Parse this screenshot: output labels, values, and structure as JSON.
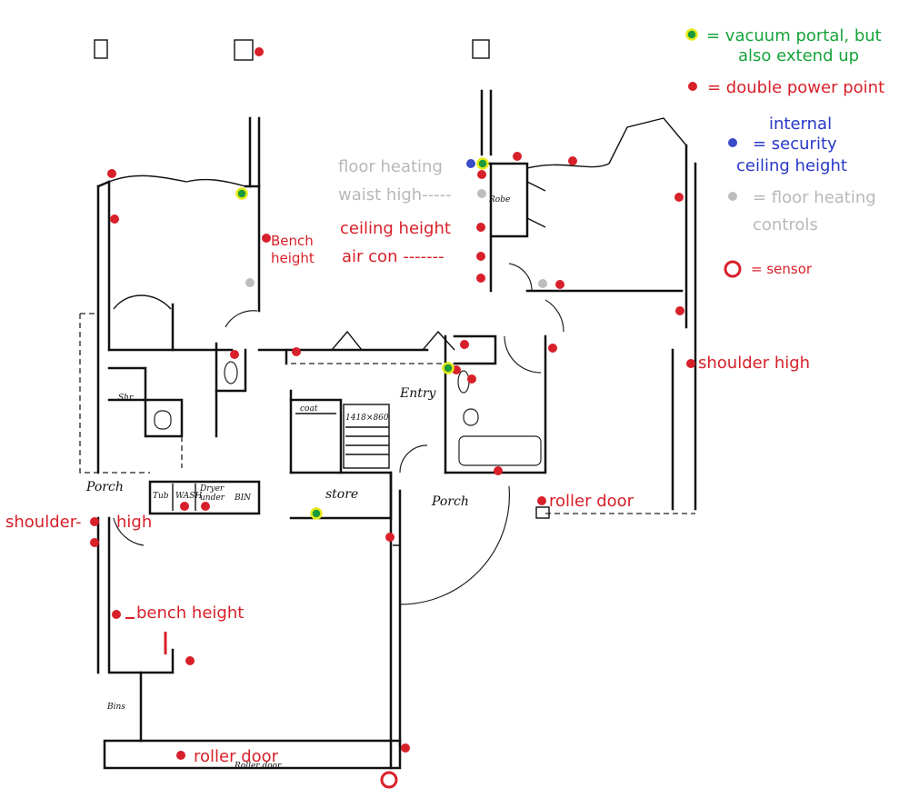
{
  "legend": {
    "vacuum": "= vacuum  portal, but",
    "vacuum_2": "also extend up",
    "power": "= double power point",
    "security_1": "internal",
    "security_2": "= security",
    "security_3": "ceiling height",
    "heating_1": "= floor heating",
    "heating_2": "controls",
    "sensor": "= sensor"
  },
  "annotations": {
    "floor_heating": "floor heating",
    "waist_high": "waist high-----",
    "ceiling_height": "ceiling height",
    "air_con": "air con -------",
    "bench_1": "Bench",
    "bench_2": "height",
    "shoulder_right": "shoulder high",
    "roller_right": "roller door",
    "shoulder_left_a": "shoulder-",
    "shoulder_left_b": "high",
    "bench_left": "bench height",
    "roller_bottom": "roller door"
  },
  "rooms": {
    "robe": "Robe",
    "shr": "Shr.",
    "entry": "Entry",
    "coat": "coat",
    "dim": "1418×860",
    "porch_left": "Porch",
    "porch_mid": "Porch",
    "store": "store",
    "tub": "Tub",
    "wash": "WASH",
    "dryer": "Dryer",
    "dryer_2": "under",
    "bin": "BIN",
    "bins": "Bins",
    "roller_garage": "Roller door"
  },
  "colors": {
    "power_point": "#d8202a",
    "vacuum_portal": "#1a9a3a",
    "vacuum_ring": "#e8ea1a",
    "security": "#3a4bc8",
    "floor_heating": "#bdbdbd",
    "sensor": "#d8202a",
    "walls": "#111111"
  },
  "icons": {
    "power": "red-dot-icon",
    "vacuum": "green-yellow-dot-icon",
    "security": "blue-dot-icon",
    "heating": "grey-dot-icon",
    "sensor": "red-ring-icon"
  }
}
